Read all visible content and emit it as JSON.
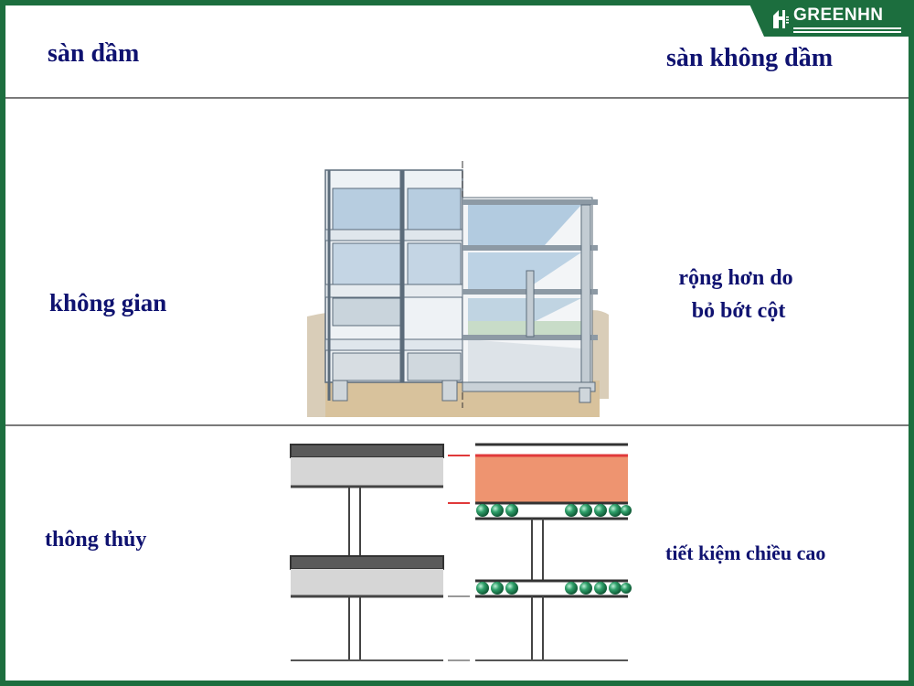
{
  "brand": {
    "name": "GREENHN",
    "color": "#1c6e3e"
  },
  "header": {
    "left_title": "sàn dầm",
    "right_title": "sàn không dầm"
  },
  "rows": [
    {
      "criterion": "không gian",
      "advantage_line1": "rộng hơn do",
      "advantage_line2": "bỏ bớt cột",
      "illustration": "building-section-sketch"
    },
    {
      "criterion": "thông thủy",
      "advantage": "tiết kiệm chiều cao",
      "illustration": "floor-height-comparison-diagram"
    }
  ],
  "colors": {
    "text": "#0f1270",
    "divider": "#7a7a7a",
    "slab_dark": "#555555",
    "slab_light": "#d6d6d6",
    "saved_height": "#ee9470",
    "marker_red": "#e0393a",
    "ball_green": "#1f8a5a"
  }
}
